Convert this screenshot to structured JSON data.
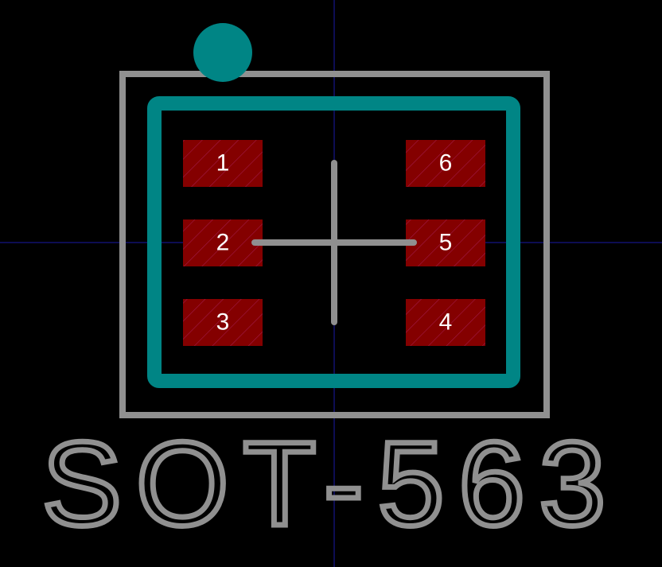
{
  "footprint": {
    "name": "SOT-563"
  },
  "colors": {
    "background": "#000000",
    "crosshair": "#1a1aa6",
    "silkscreen": "#909090",
    "fab_outline": "#008585",
    "pad_fill": "#840000",
    "pad_hatch": "#a01a4a",
    "pad_label": "#ffffff"
  },
  "pads": [
    {
      "number": "1"
    },
    {
      "number": "2"
    },
    {
      "number": "3"
    },
    {
      "number": "6"
    },
    {
      "number": "5"
    },
    {
      "number": "4"
    }
  ]
}
